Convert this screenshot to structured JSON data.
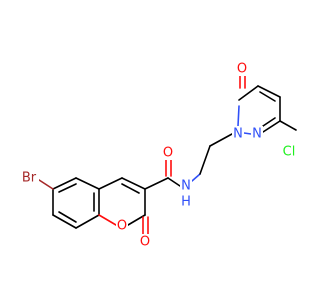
{
  "atoms": {
    "br": {
      "label": "Br",
      "color": "#a62929"
    },
    "o_ring": {
      "label": "O",
      "color": "#ff0d0d"
    },
    "o_lactone": {
      "label": "O",
      "color": "#ff0d0d"
    },
    "o_amide": {
      "label": "O",
      "color": "#ff0d0d"
    },
    "nh": {
      "label": "N",
      "color": "#3050f8"
    },
    "h": {
      "label": "H",
      "color": "#3050f8"
    },
    "o_pyridazinone": {
      "label": "O",
      "color": "#ff0d0d"
    },
    "n1": {
      "label": "N",
      "color": "#3050f8"
    },
    "n2": {
      "label": "N",
      "color": "#3050f8"
    },
    "cl": {
      "label": "Cl",
      "color": "#1ff01f"
    }
  }
}
